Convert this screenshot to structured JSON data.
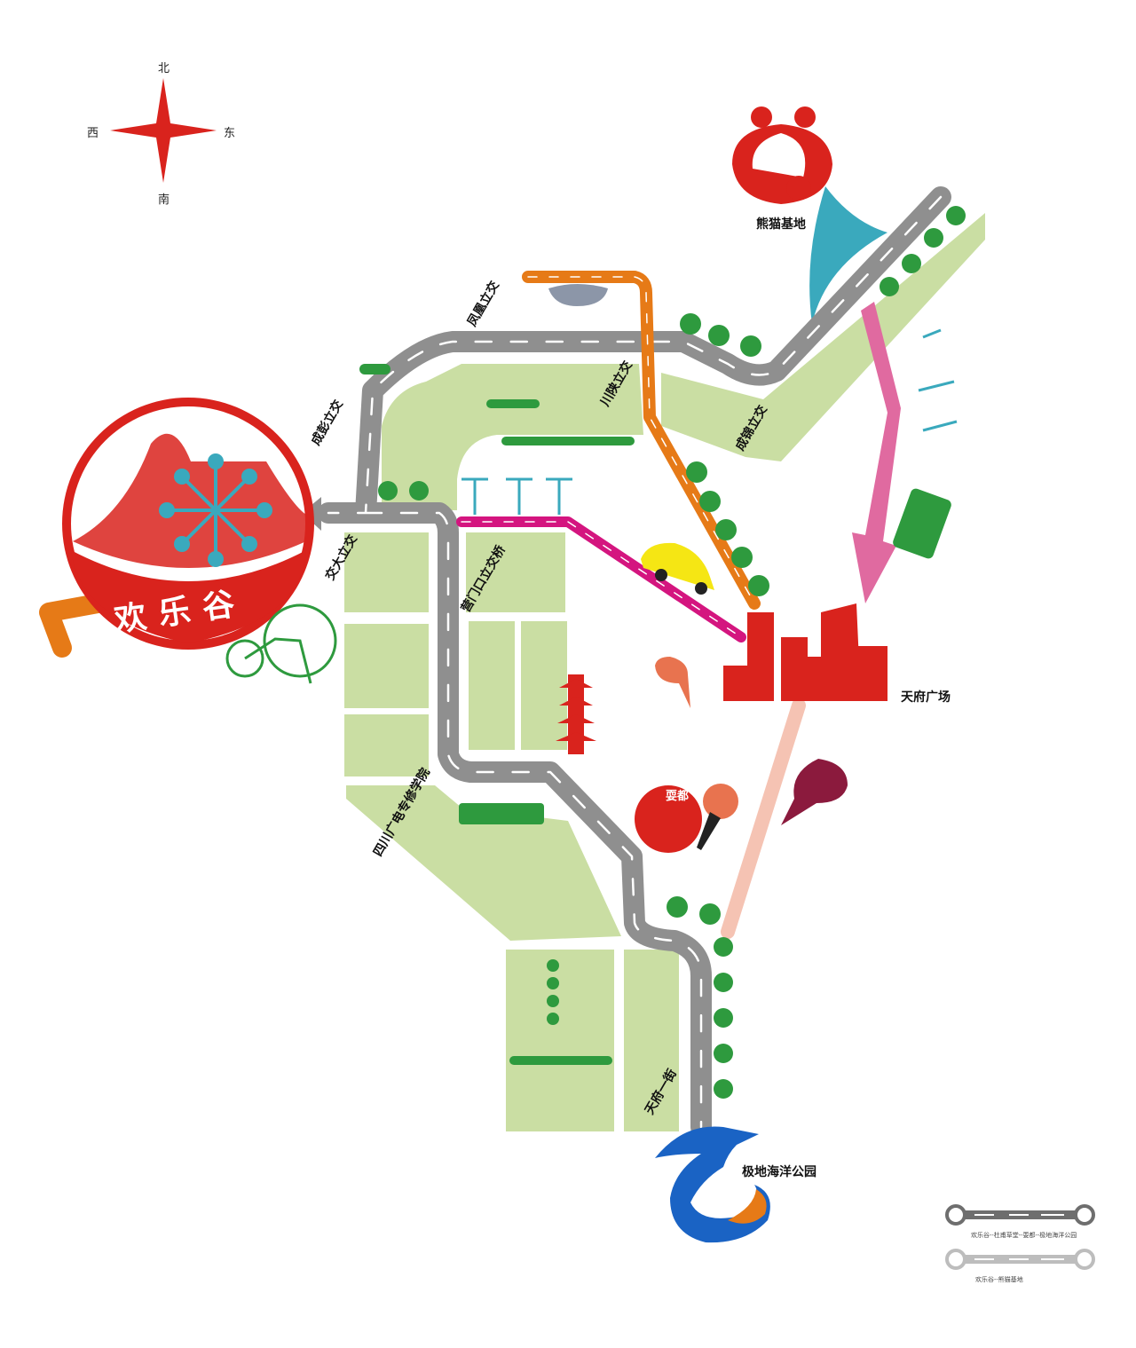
{
  "compass": {
    "north": "北",
    "south": "南",
    "west": "西",
    "east": "东"
  },
  "places": {
    "happy_valley": "欢乐谷",
    "panda_base": "熊猫基地",
    "tianfu_square": "天府广场",
    "polar_ocean_park": "极地海洋公园",
    "shuadu": "耍都"
  },
  "roads": {
    "fenghuang": "凤凰立交",
    "chengpeng": "成彭立交",
    "chuanshan": "川陕立交",
    "chengjin": "成锦立交",
    "jiaoda": "交大立交",
    "yingmenkou": "营门口立交桥",
    "sichuan_college": "四川广电专修学院",
    "tianfu_first_street": "天府一街"
  },
  "legend": [
    {
      "label": "欢乐谷--杜甫草堂--耍都--极地海洋公园",
      "color": "#6e6e6e"
    },
    {
      "label": "欢乐谷--熊猫基地",
      "color": "#bdbdbd"
    }
  ],
  "colors": {
    "road": "#8f8f8f",
    "green": "#cadea3",
    "red": "#d9231d",
    "orange": "#e67a17",
    "magenta": "#d4157f",
    "pink": "#e06aa0",
    "teal": "#3aa9bd",
    "blue": "#1a63c4"
  }
}
